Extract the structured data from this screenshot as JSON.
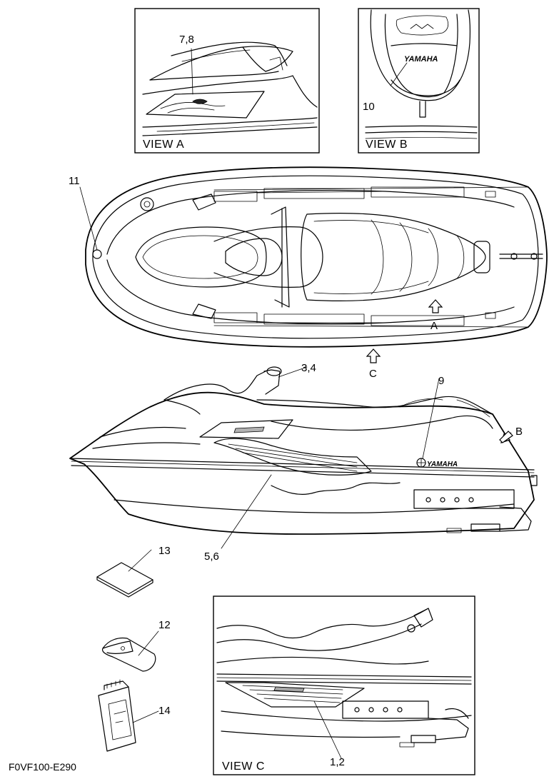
{
  "views": {
    "a": "VIEW A",
    "b": "VIEW B",
    "c": "VIEW C"
  },
  "callouts": {
    "c_7_8": "7,8",
    "c_10": "10",
    "c_11": "11",
    "c_3_4": "3,4",
    "c_9": "9",
    "c_5_6": "5,6",
    "c_13": "13",
    "c_12": "12",
    "c_14": "14",
    "c_1_2": "1,2"
  },
  "direction_arrows": {
    "a": "A",
    "b": "B",
    "c": "C"
  },
  "brand_marks": {
    "hood": "YAMAHA",
    "side": "YAMAHA"
  },
  "figure_code": "F0VF100-E290"
}
